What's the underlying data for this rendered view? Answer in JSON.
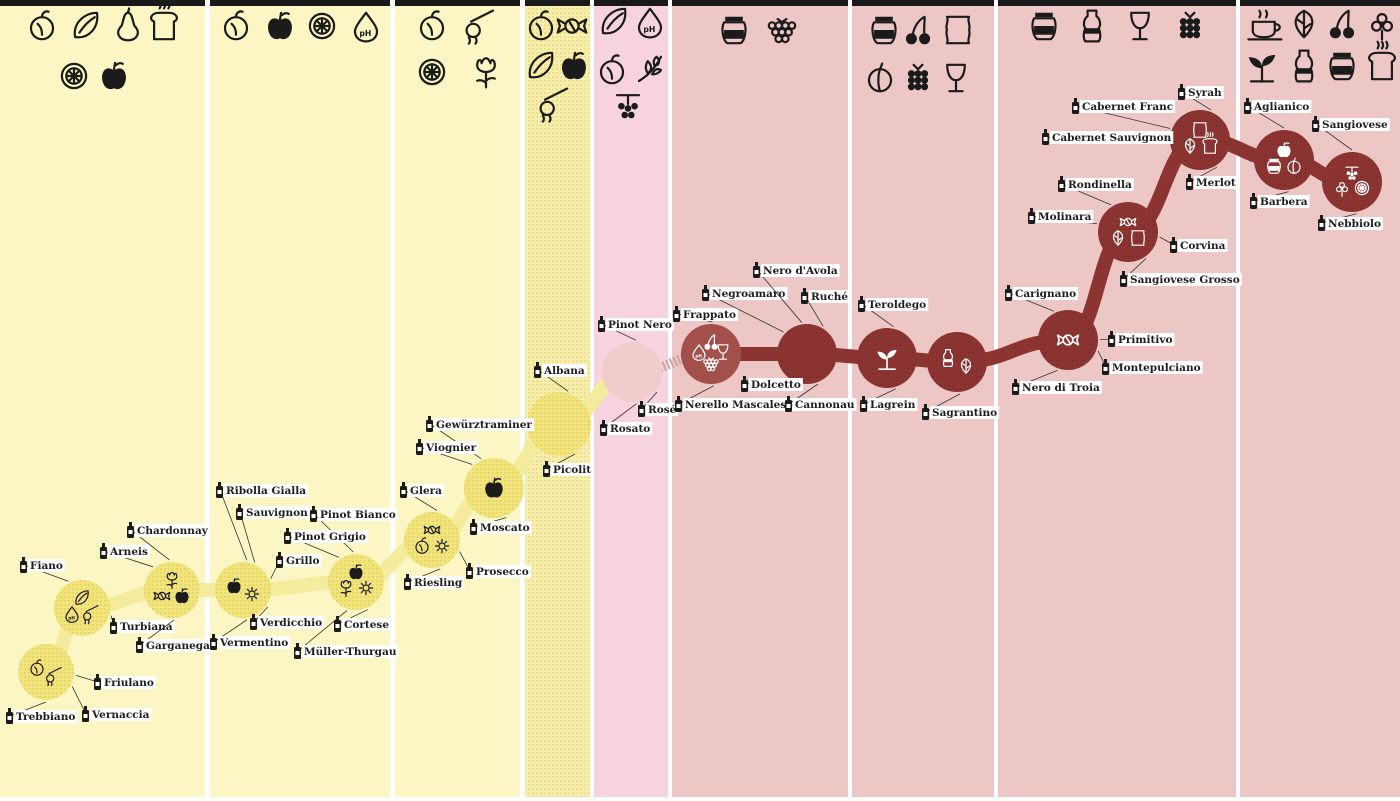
{
  "diagram": {
    "colors": {
      "white_panel": "#fbf6c4",
      "white_node": "#f0e27e",
      "rose_panel": "#f6d3df",
      "rose_node": "#ecc6c6",
      "red_panel": "#ecc7c5",
      "red_node": "#8b3432",
      "red_path": "#8b3432",
      "white_path": "#f4ec9c",
      "top_bar": "#1a1a1a"
    },
    "columns": [
      {
        "id": "c1",
        "style": "white",
        "icons": [
          "peach-icon",
          "almond-icon",
          "pear-icon",
          "toast-icon",
          "lime-icon",
          "apple-icon"
        ]
      },
      {
        "id": "c2",
        "style": "white",
        "icons": [
          "peach-icon",
          "apple-icon",
          "lime-icon",
          "ph-drop-icon"
        ]
      },
      {
        "id": "c3",
        "style": "white",
        "icons": [
          "peach-icon",
          "honey-dipper-icon",
          "lime-icon",
          "flower-icon"
        ]
      },
      {
        "id": "c4",
        "style": "dotted",
        "icons": [
          "peach-icon",
          "candy-icon",
          "almond-icon",
          "apple-icon",
          "honey-dipper-icon"
        ]
      },
      {
        "id": "c5",
        "style": "rose",
        "icons": [
          "almond-icon",
          "ph-drop-icon",
          "peach-icon",
          "herb-icon",
          "berry-cluster-icon"
        ]
      },
      {
        "id": "c6",
        "style": "red",
        "icons": [
          "jar-icon",
          "raspberry-icon"
        ]
      },
      {
        "id": "c7",
        "style": "red",
        "icons": [
          "jar-icon",
          "cherry-icon",
          "leather-icon",
          "plum-icon",
          "blackberry-icon",
          "wine-glass-icon"
        ]
      },
      {
        "id": "c8",
        "style": "red",
        "icons": [
          "jar-icon",
          "cola-icon",
          "wine-glass-icon",
          "blackberry-icon"
        ]
      },
      {
        "id": "c9",
        "style": "red",
        "icons": [
          "coffee-icon",
          "tobacco-icon",
          "cherry-icon",
          "violet-icon",
          "plant-icon",
          "cola-icon",
          "jar-icon",
          "toast-icon"
        ]
      }
    ],
    "nodes": [
      {
        "id": "n1",
        "style": "white",
        "icons": [
          "peach-icon",
          "honey-dipper-icon"
        ]
      },
      {
        "id": "n2",
        "style": "white",
        "icons": [
          "ph-drop-icon",
          "almond-icon",
          "honey-dipper-icon"
        ]
      },
      {
        "id": "n3",
        "style": "white",
        "icons": [
          "candy-icon",
          "flower-icon",
          "apple-icon"
        ]
      },
      {
        "id": "n4",
        "style": "white",
        "icons": [
          "apple-icon",
          "sun-icon"
        ]
      },
      {
        "id": "n5",
        "style": "white",
        "icons": [
          "flower-icon",
          "apple-icon",
          "sun-icon"
        ]
      },
      {
        "id": "n6",
        "style": "white",
        "icons": [
          "peach-icon",
          "candy-icon",
          "sun-icon"
        ]
      },
      {
        "id": "n7",
        "style": "white",
        "icons": [
          "apple-icon"
        ]
      },
      {
        "id": "n8",
        "style": "white-dotted",
        "icons": []
      },
      {
        "id": "n9",
        "style": "rose",
        "icons": []
      },
      {
        "id": "n10",
        "style": "red-light",
        "icons": [
          "ph-drop-icon",
          "cherry-icon",
          "wine-glass-icon",
          "raspberry-icon"
        ]
      },
      {
        "id": "n11",
        "style": "red",
        "icons": []
      },
      {
        "id": "n12",
        "style": "red",
        "icons": [
          "plant-icon"
        ]
      },
      {
        "id": "n13",
        "style": "red",
        "icons": [
          "cola-icon",
          "tobacco-icon"
        ]
      },
      {
        "id": "n14",
        "style": "red",
        "icons": [
          "candy-icon"
        ]
      },
      {
        "id": "n15",
        "style": "red",
        "icons": [
          "tobacco-icon",
          "candy-icon",
          "leather-icon"
        ]
      },
      {
        "id": "n16",
        "style": "red",
        "icons": [
          "tobacco-icon",
          "leather-icon",
          "toast-icon"
        ]
      },
      {
        "id": "n17",
        "style": "red",
        "icons": [
          "jar-icon",
          "apple-icon",
          "plum-icon"
        ]
      },
      {
        "id": "n18",
        "style": "red",
        "icons": [
          "violet-icon",
          "berry-cluster-icon",
          "lime-icon"
        ]
      }
    ],
    "grapes": [
      {
        "node": "n1",
        "name": "Trebbiano"
      },
      {
        "node": "n1",
        "name": "Vernaccia"
      },
      {
        "node": "n1",
        "name": "Friulano"
      },
      {
        "node": "n2",
        "name": "Fiano"
      },
      {
        "node": "n2",
        "name": "Turbiana"
      },
      {
        "node": "n3",
        "name": "Arneis"
      },
      {
        "node": "n3",
        "name": "Chardonnay"
      },
      {
        "node": "n3",
        "name": "Garganega"
      },
      {
        "node": "n4",
        "name": "Ribolla Gialla"
      },
      {
        "node": "n4",
        "name": "Sauvignon"
      },
      {
        "node": "n4",
        "name": "Grillo"
      },
      {
        "node": "n4",
        "name": "Verdicchio"
      },
      {
        "node": "n4",
        "name": "Vermentino"
      },
      {
        "node": "n5",
        "name": "Pinot Bianco"
      },
      {
        "node": "n5",
        "name": "Pinot Grigio"
      },
      {
        "node": "n5",
        "name": "Cortese"
      },
      {
        "node": "n5",
        "name": "Müller-Thurgau"
      },
      {
        "node": "n6",
        "name": "Glera"
      },
      {
        "node": "n6",
        "name": "Riesling"
      },
      {
        "node": "n6",
        "name": "Prosecco"
      },
      {
        "node": "n7",
        "name": "Gewürztraminer"
      },
      {
        "node": "n7",
        "name": "Viognier"
      },
      {
        "node": "n7",
        "name": "Moscato"
      },
      {
        "node": "n8",
        "name": "Albana"
      },
      {
        "node": "n8",
        "name": "Picolit"
      },
      {
        "node": "n9",
        "name": "Pinot Nero"
      },
      {
        "node": "n9",
        "name": "Rosé"
      },
      {
        "node": "n9",
        "name": "Rosato"
      },
      {
        "node": "n10",
        "name": "Frappato"
      },
      {
        "node": "n10",
        "name": "Nerello Mascalese"
      },
      {
        "node": "n11",
        "name": "Negroamaro"
      },
      {
        "node": "n11",
        "name": "Nero d'Avola"
      },
      {
        "node": "n11",
        "name": "Ruché"
      },
      {
        "node": "n11",
        "name": "Dolcetto"
      },
      {
        "node": "n11",
        "name": "Cannonau"
      },
      {
        "node": "n12",
        "name": "Teroldego"
      },
      {
        "node": "n12",
        "name": "Lagrein"
      },
      {
        "node": "n13",
        "name": "Sagrantino"
      },
      {
        "node": "n14",
        "name": "Carignano"
      },
      {
        "node": "n14",
        "name": "Primitivo"
      },
      {
        "node": "n14",
        "name": "Montepulciano"
      },
      {
        "node": "n14",
        "name": "Nero di Troia"
      },
      {
        "node": "n15",
        "name": "Rondinella"
      },
      {
        "node": "n15",
        "name": "Molinara"
      },
      {
        "node": "n15",
        "name": "Corvina"
      },
      {
        "node": "n15",
        "name": "Sangiovese Grosso"
      },
      {
        "node": "n16",
        "name": "Cabernet Franc"
      },
      {
        "node": "n16",
        "name": "Cabernet Sauvignon"
      },
      {
        "node": "n16",
        "name": "Syrah"
      },
      {
        "node": "n16",
        "name": "Merlot"
      },
      {
        "node": "n17",
        "name": "Aglianico"
      },
      {
        "node": "n17",
        "name": "Barbera"
      },
      {
        "node": "n18",
        "name": "Sangiovese"
      },
      {
        "node": "n18",
        "name": "Nebbiolo"
      }
    ]
  }
}
